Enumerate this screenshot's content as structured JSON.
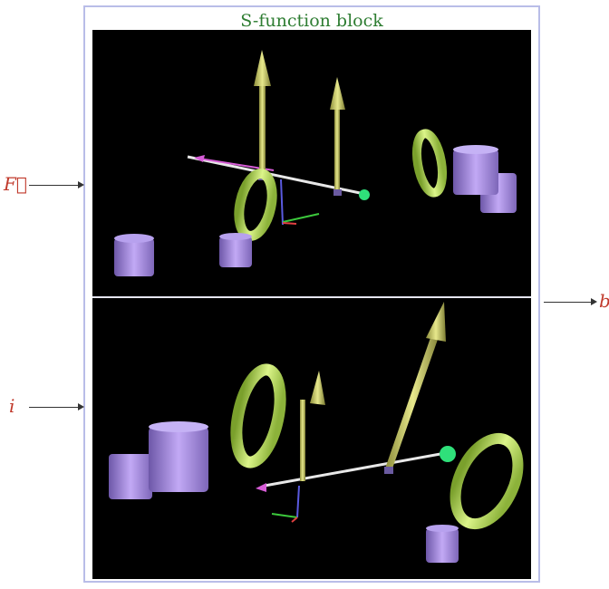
{
  "block": {
    "title": "S-function block"
  },
  "ports": {
    "input_force": "F⃗",
    "input_current": "i",
    "output": "b"
  },
  "colors": {
    "title": "#2e7d32",
    "port_label": "#c0392b",
    "border": "#b9bde8",
    "arrow": "#d6d77a",
    "ring": "#b8e05a",
    "cylinder": "#a98fe0",
    "axle": "#e8e8e8",
    "sphere": "#2fe07a",
    "axis_x": "#d65cd6",
    "axis_y": "#3cc83c",
    "axis_z": "#5a5ae0",
    "axis_r": "#e04040"
  },
  "icons": {
    "force_input": "arrow-right-icon",
    "current_input": "arrow-right-icon",
    "output": "arrow-right-icon"
  }
}
